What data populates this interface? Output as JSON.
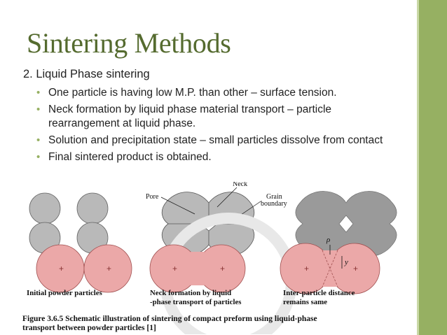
{
  "slide": {
    "title": "Sintering Methods",
    "subtitle": "2. Liquid Phase sintering",
    "bullets": [
      "One particle is having low M.P. than other – surface tension.",
      "Neck formation by liquid phase material transport – particle rearrangement at liquid phase.",
      "Solution and precipitation state – small particles dissolve from contact",
      "Final sintered product is obtained."
    ]
  },
  "figure": {
    "labels": {
      "neck": "Neck",
      "pore": "Pore",
      "grain": "Grain",
      "boundary": "boundary",
      "rho": "ρ",
      "y": "y"
    },
    "panels": [
      {
        "line1": "Initial powder particles",
        "line2": ""
      },
      {
        "line1": "Neck formation by liquid",
        "line2": "-phase transport of particles"
      },
      {
        "line1": "Inter-particle distance",
        "line2": "remains same"
      }
    ],
    "caption_line1": "Figure 3.6.5   Schematic illustration of sintering of compact preform using liquid-phase",
    "caption_line2": "transport between powder particles [1]"
  },
  "colors": {
    "title": "#556b2f",
    "accent_bar": "#96b062",
    "bullet": "#96b062",
    "particle_gray": "#b9b9b9",
    "particle_pink": "#eba8a8"
  }
}
